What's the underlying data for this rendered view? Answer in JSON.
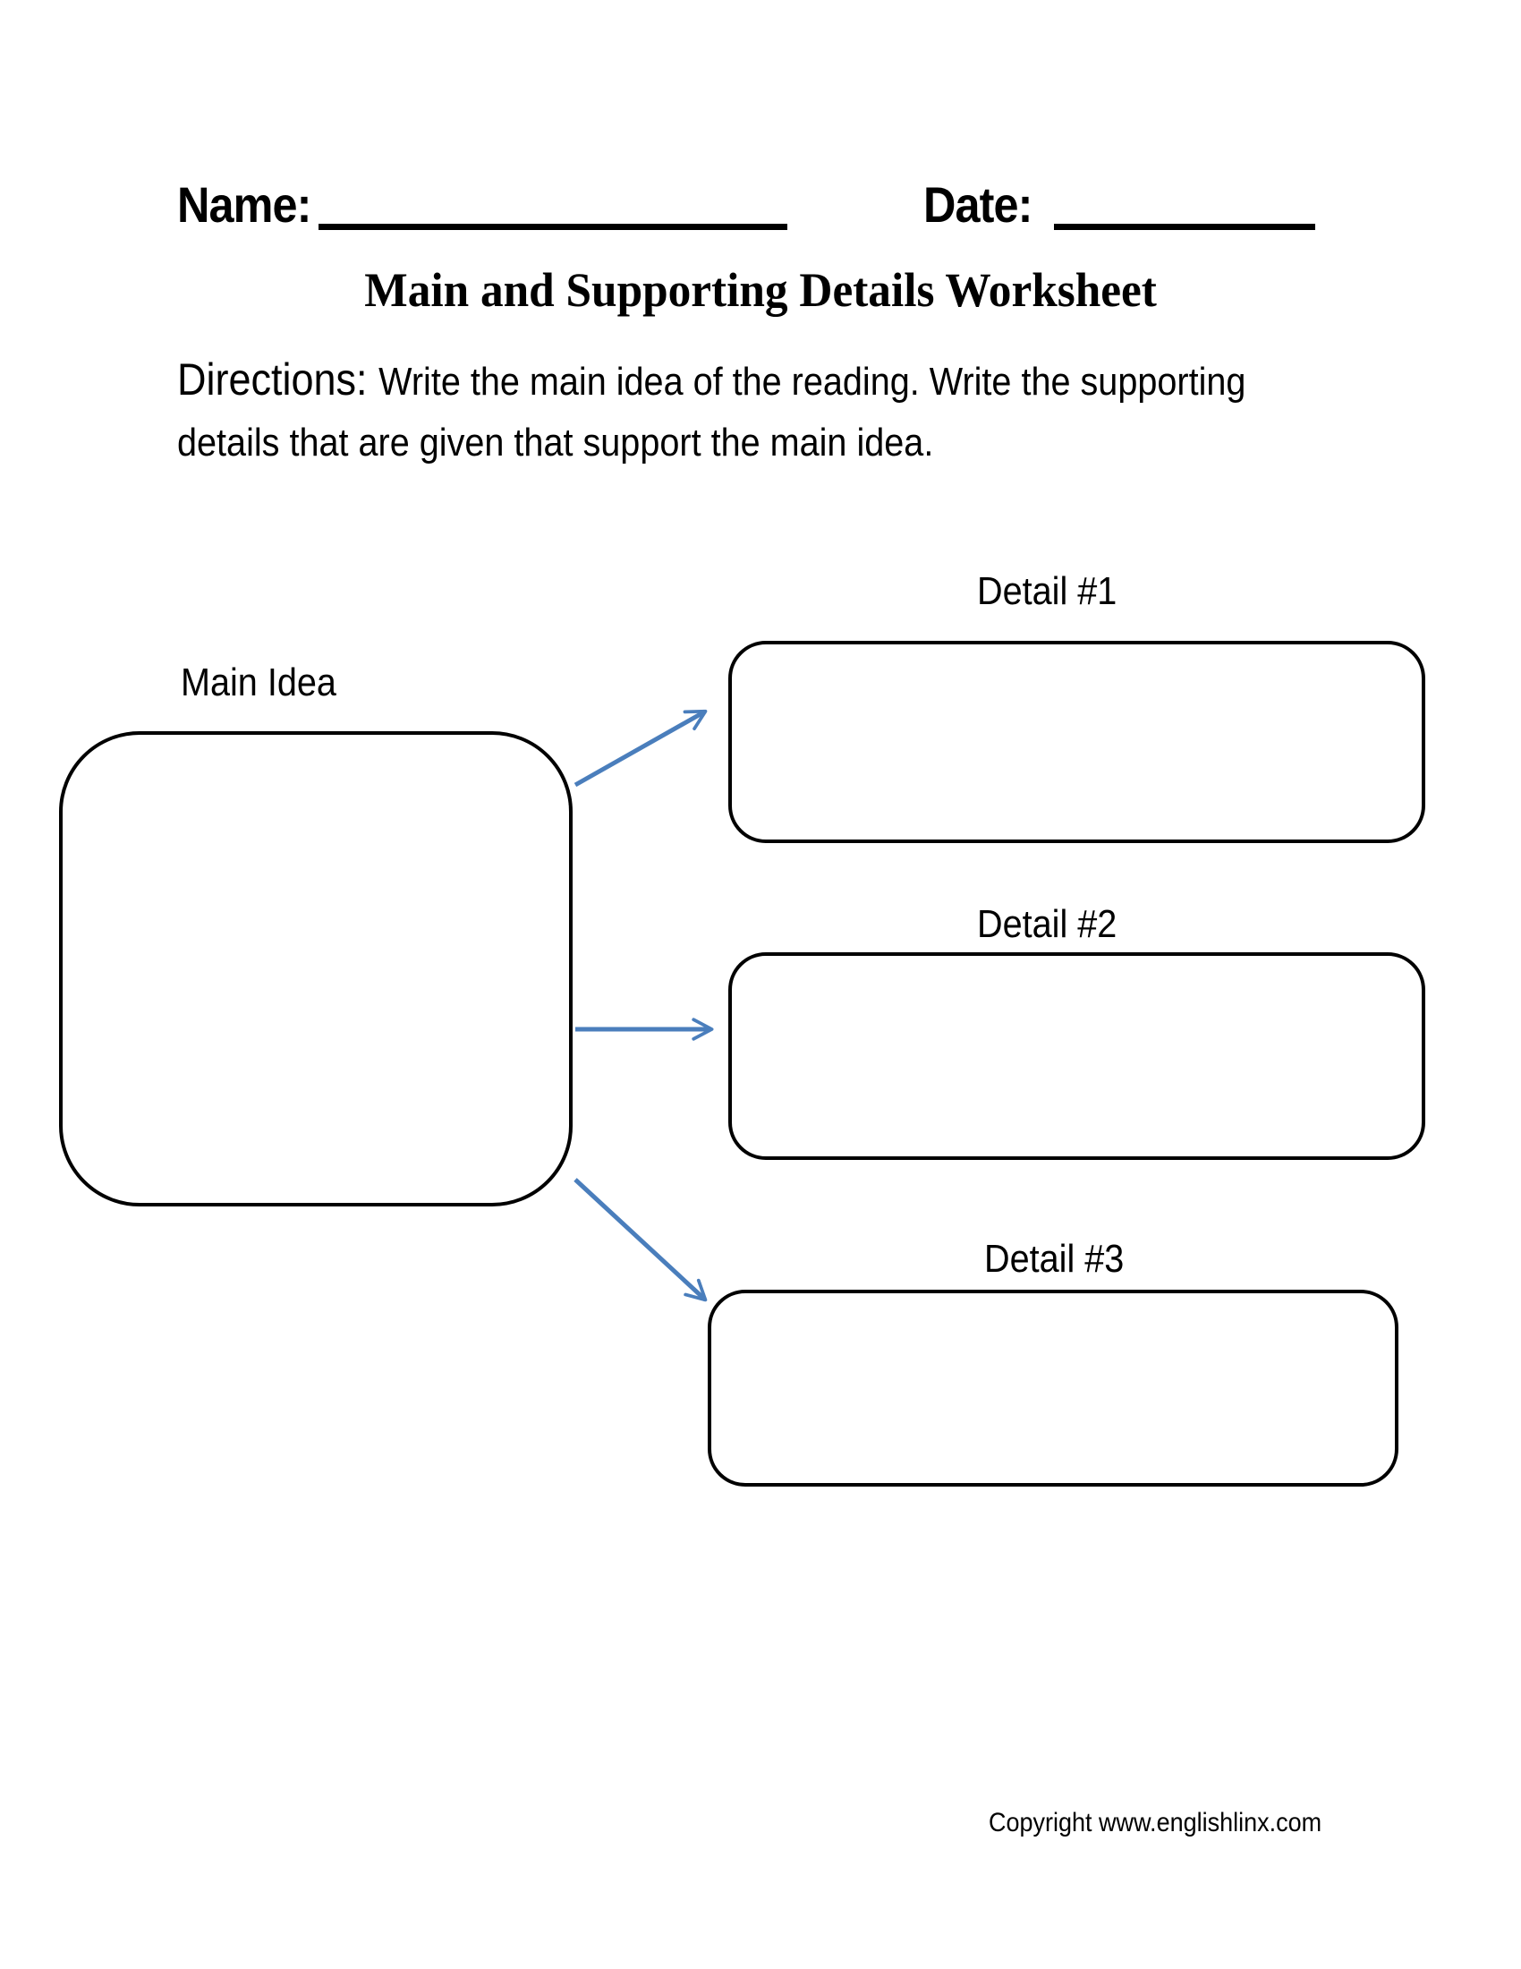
{
  "header": {
    "name_label": "Name:",
    "date_label": "Date:"
  },
  "title": "Main and Supporting Details Worksheet",
  "directions": {
    "prefix": "Directions:",
    "line1": "Write the main idea of the reading. Write the supporting",
    "line2": "details that are given that support the main idea."
  },
  "diagram": {
    "main_idea_label": "Main Idea",
    "details": [
      {
        "label": "Detail #1"
      },
      {
        "label": "Detail #2"
      },
      {
        "label": "Detail #3"
      }
    ],
    "arrow_color": "#4a7ebc"
  },
  "footer": {
    "copyright": "Copyright www.englishlinx.com"
  }
}
